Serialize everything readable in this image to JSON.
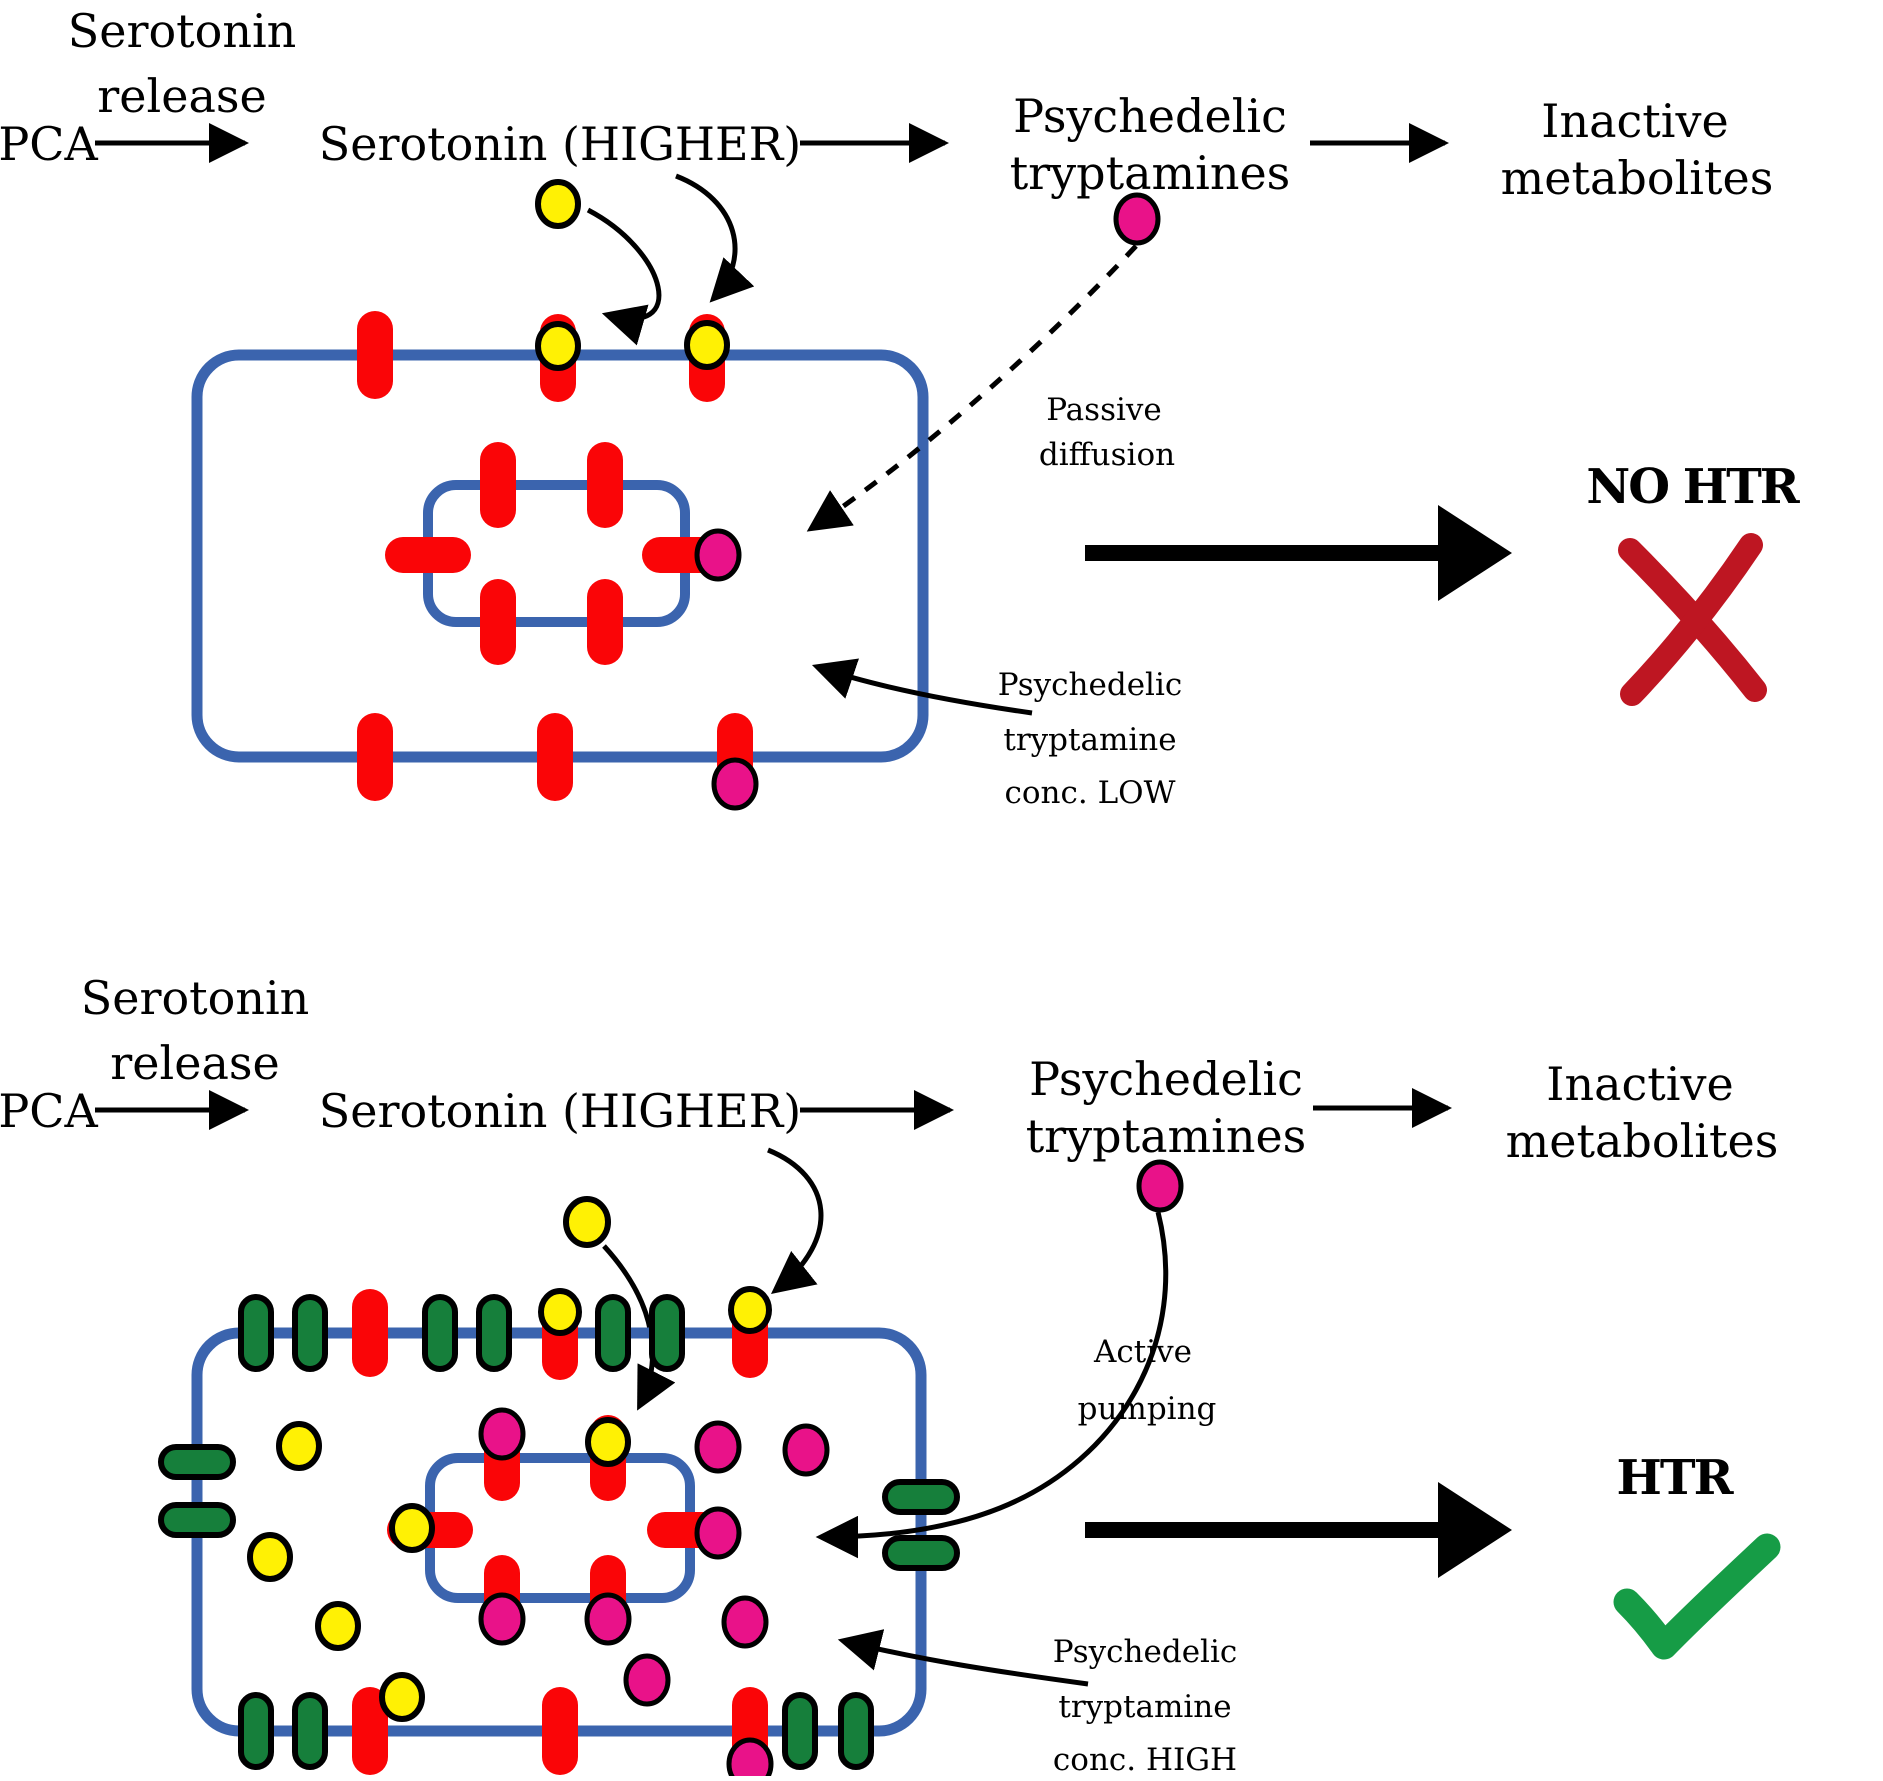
{
  "colors": {
    "membrane": "#3B64AE",
    "transporter": "#FA0507",
    "pump": "#167F3B",
    "serotonin": "#FFF104",
    "tryptamine": "#E91289",
    "no": "#BE1622",
    "yes": "#169C46"
  },
  "panels": {
    "top": {
      "pca": "PCA",
      "release_l1": "Serotonin",
      "release_l2": "release",
      "serotonin": "Serotonin (HIGHER)",
      "tryptamines_l1": "Psychedelic",
      "tryptamines_l2": "tryptamines",
      "metabolites_l1": "Inactive",
      "metabolites_l2": "metabolites",
      "mechanism_l1": "Passive",
      "mechanism_l2": "diffusion",
      "conc_l1": "Psychedelic",
      "conc_l2": "tryptamine",
      "conc_l3": "conc. LOW",
      "outcome": "NO HTR",
      "outcome_mark": "x-mark"
    },
    "bottom": {
      "pca": "PCA",
      "release_l1": "Serotonin",
      "release_l2": "release",
      "serotonin": "Serotonin (HIGHER)",
      "tryptamines_l1": "Psychedelic",
      "tryptamines_l2": "tryptamines",
      "metabolites_l1": "Inactive",
      "metabolites_l2": "metabolites",
      "mechanism_l1": "Active",
      "mechanism_l2": "pumping",
      "conc_l1": "Psychedelic",
      "conc_l2": "tryptamine",
      "conc_l3": "conc. HIGH",
      "outcome": "HTR",
      "outcome_mark": "check-mark"
    }
  }
}
